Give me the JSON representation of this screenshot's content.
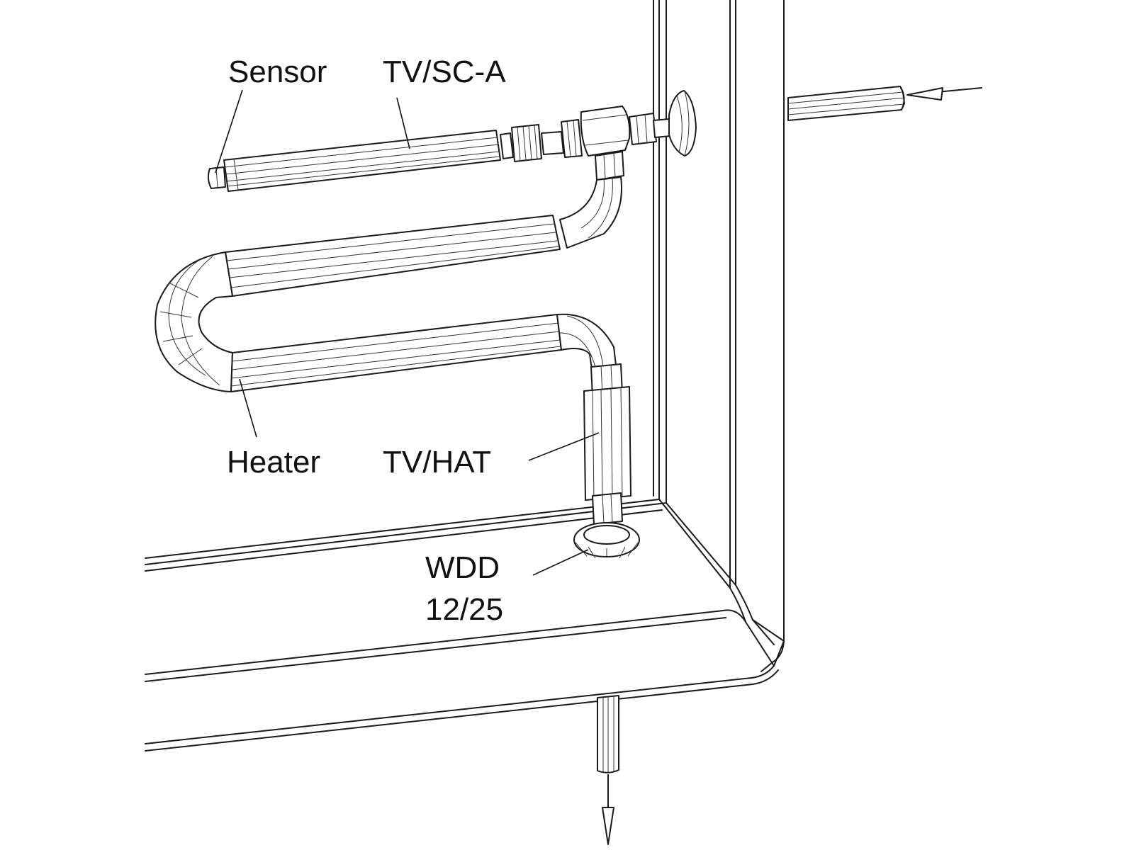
{
  "labels": {
    "sensor": "Sensor",
    "tv_sc_a": "TV/SC-A",
    "heater": "Heater",
    "tv_hat": "TV/HAT",
    "wdd_line1": "WDD",
    "wdd_line2": "12/25"
  },
  "colors": {
    "line": "#1a1a1a",
    "background": "#ffffff",
    "text": "#111111"
  }
}
